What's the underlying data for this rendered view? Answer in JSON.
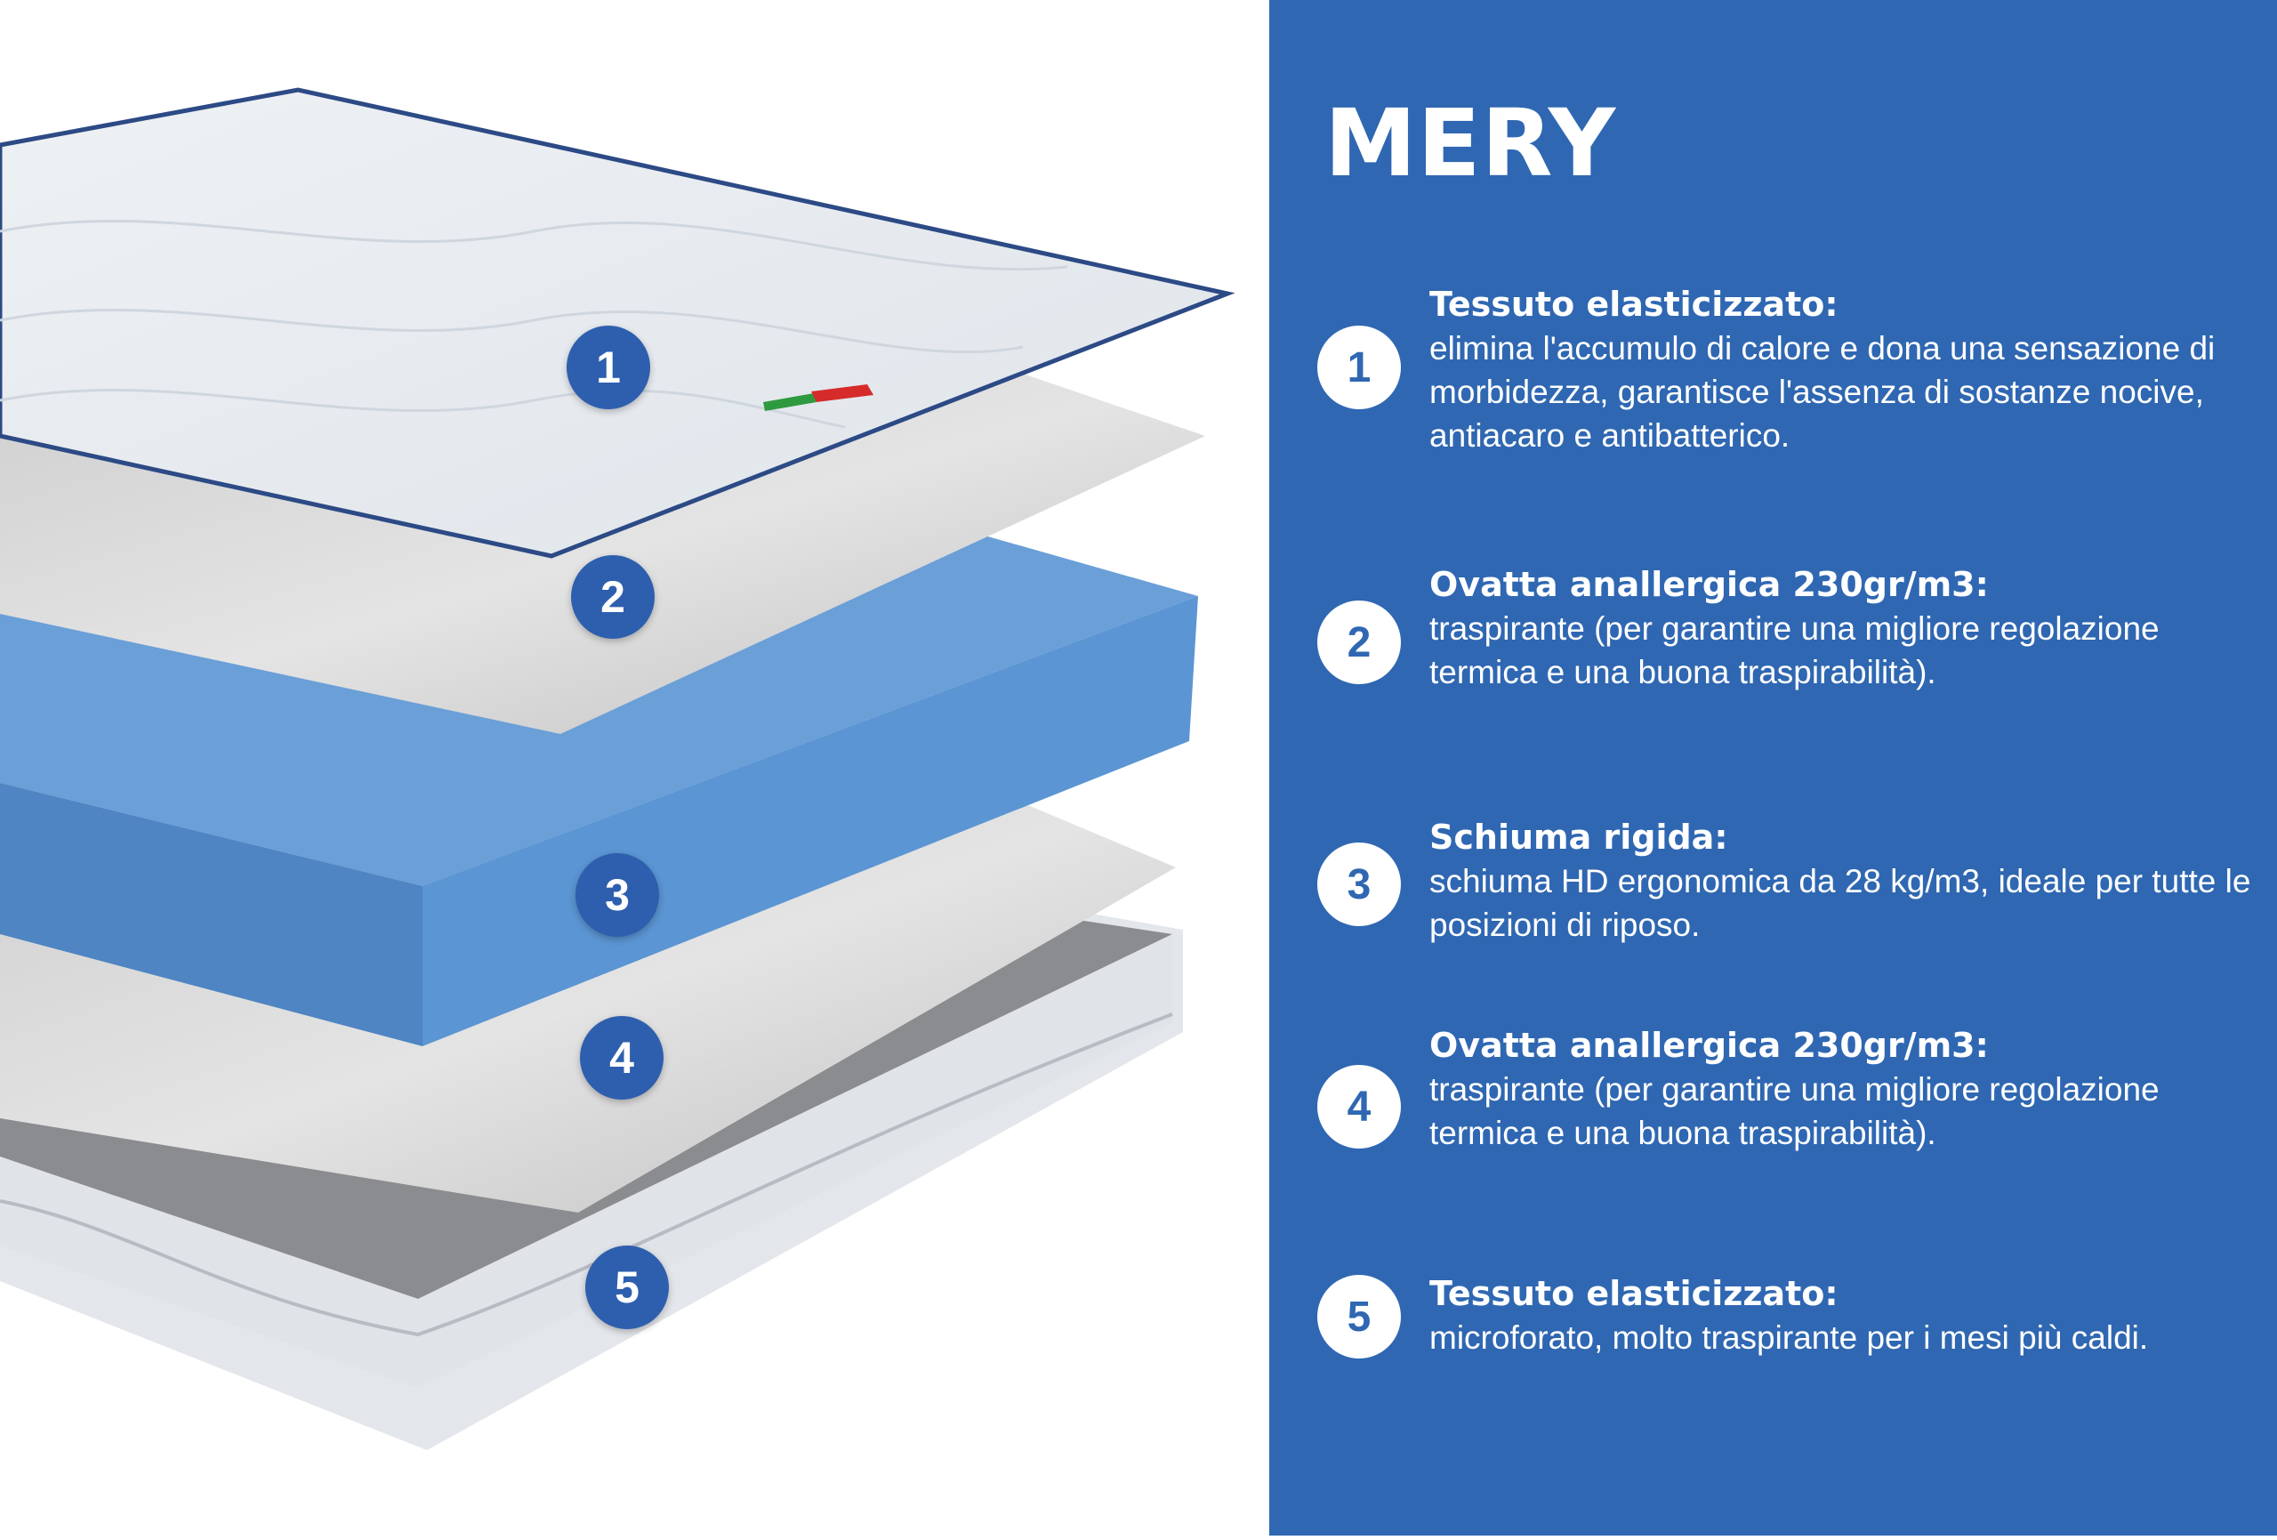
{
  "title": "MERY",
  "colors": {
    "panel": "#2f67b2",
    "badge": "#2e5fae",
    "foam": "#5b95d3"
  },
  "badges": [
    "1",
    "2",
    "3",
    "4",
    "5"
  ],
  "layers": [
    {
      "number": "1",
      "heading": "Tessuto elasticizzato:",
      "text": "elimina l'accumulo di calore e dona una sensazione di morbidezza, garantisce l'assenza di sostanze nocive, antiacaro e antibatterico."
    },
    {
      "number": "2",
      "heading": "Ovatta anallergica 230gr/m3:",
      "text": "traspirante (per garantire una migliore regolazione termica e una buona traspirabilità)."
    },
    {
      "number": "3",
      "heading": "Schiuma rigida:",
      "text": "schiuma HD ergonomica da 28 kg/m3, ideale per tutte le posizioni di riposo."
    },
    {
      "number": "4",
      "heading": "Ovatta anallergica 230gr/m3:",
      "text": "traspirante (per garantire una migliore regolazione termica e una buona traspirabilità)."
    },
    {
      "number": "5",
      "heading": "Tessuto elasticizzato:",
      "text": "microforato, molto traspirante per i mesi più caldi."
    }
  ]
}
